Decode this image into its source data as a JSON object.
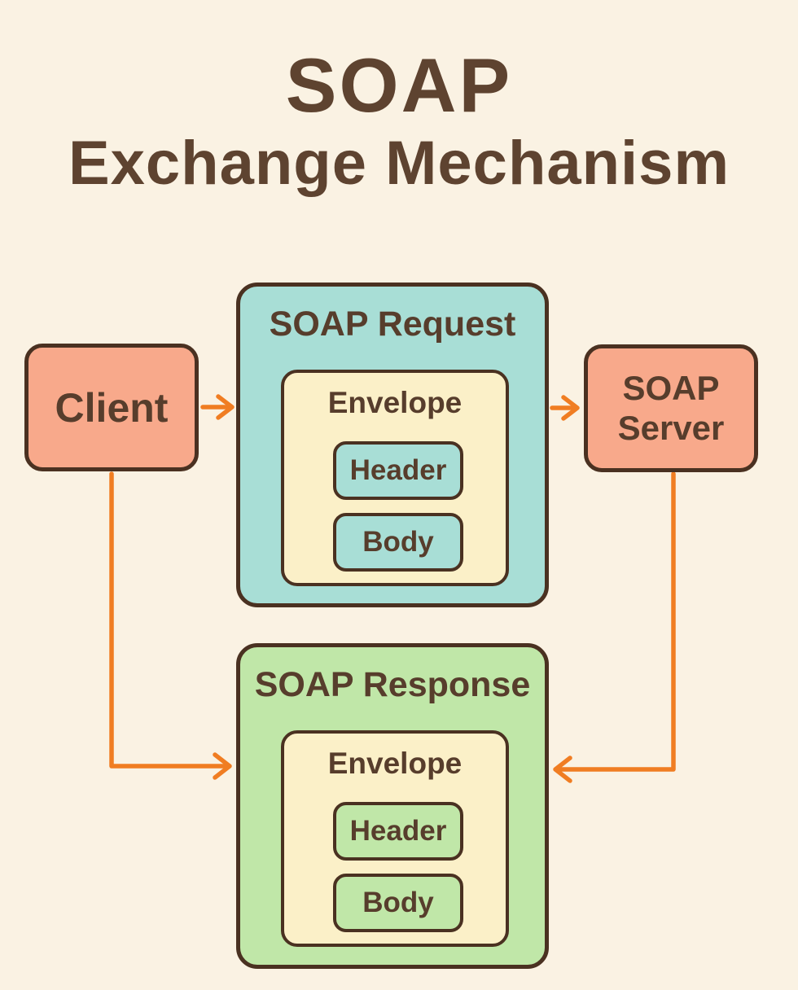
{
  "title": {
    "line1": "SOAP",
    "line2": "Exchange Mechanism"
  },
  "nodes": {
    "client": {
      "label": "Client"
    },
    "server": {
      "label": "SOAP Server"
    },
    "request": {
      "title": "SOAP Request",
      "envelope": {
        "label": "Envelope",
        "header": "Header",
        "body": "Body"
      }
    },
    "response": {
      "title": "SOAP Response",
      "envelope": {
        "label": "Envelope",
        "header": "Header",
        "body": "Body"
      }
    }
  },
  "arrows": [
    {
      "name": "client-to-request",
      "direction": "right"
    },
    {
      "name": "request-to-server",
      "direction": "right"
    },
    {
      "name": "client-to-response",
      "direction": "down-right"
    },
    {
      "name": "server-to-response",
      "direction": "down-left"
    }
  ],
  "colors": {
    "background": "#faf2e3",
    "title_text": "#5e4330",
    "label_text": "#573d2c",
    "box_border": "#4a3121",
    "client_server_fill": "#f8a98b",
    "request_fill": "#a8ded6",
    "response_fill": "#c0e7a8",
    "envelope_fill": "#fbf0c8",
    "arrow": "#f07d22"
  }
}
